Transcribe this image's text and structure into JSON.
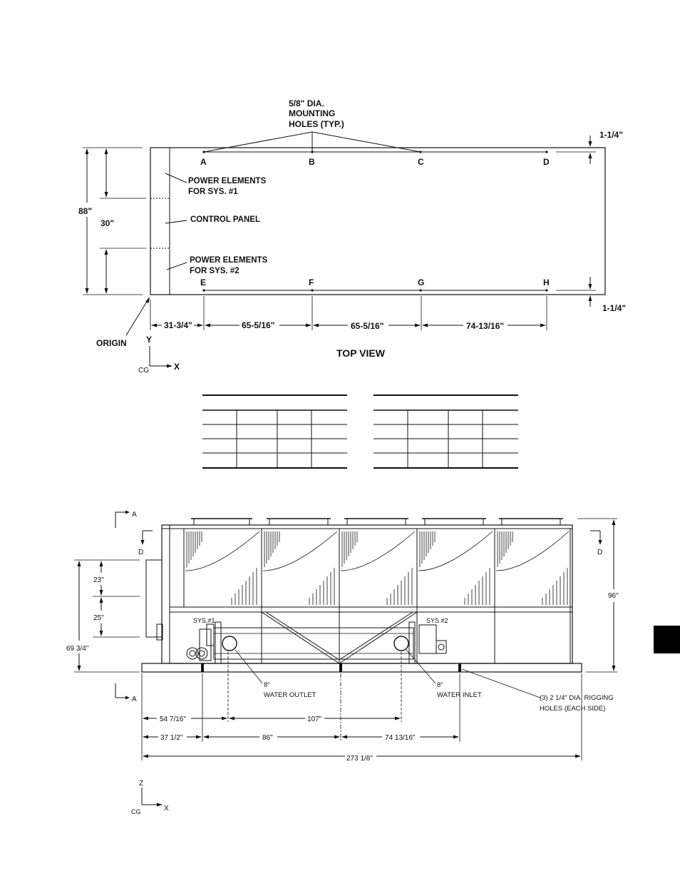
{
  "top_view": {
    "title": "TOP VIEW",
    "mounting_holes_label": [
      "5/8\" DIA.",
      "MOUNTING",
      "HOLES (TYP.)"
    ],
    "hole_letters_top": [
      "A",
      "B",
      "C",
      "D"
    ],
    "hole_letters_bottom": [
      "E",
      "F",
      "G",
      "H"
    ],
    "callouts": {
      "power_sys1": [
        "POWER ELEMENTS",
        "FOR SYS. #1"
      ],
      "control_panel": "CONTROL PANEL",
      "power_sys2": [
        "POWER ELEMENTS",
        "FOR SYS. #2"
      ],
      "origin": "ORIGIN"
    },
    "dimensions": {
      "overall_depth": "88\"",
      "panel_width": "30\"",
      "edge_top": "1-1/4\"",
      "edge_bottom": "1-1/4\"",
      "x_spacing": [
        "31-3/4\"",
        "65-5/16\"",
        "65-5/16\"",
        "74-13/16\""
      ]
    },
    "axes": {
      "y": "Y",
      "x": "X",
      "cg": "CG"
    }
  },
  "side_view": {
    "section_letters": {
      "a": "A",
      "d": "D"
    },
    "system_labels": [
      "SYS.#1",
      "SYS.#2"
    ],
    "water_outlet": [
      "8\"",
      "WATER OUTLET"
    ],
    "water_inlet": [
      "8\"",
      "WATER INLET"
    ],
    "rigging_note": [
      "(3) 2 1/4\" DIA. RIGGING",
      "HOLES (EACH SIDE)"
    ],
    "dimensions": {
      "height": "96\"",
      "left_height": "69 3/4\"",
      "upper": "23\"",
      "lower": "25\"",
      "row1": [
        "54 7/16\"",
        "107\""
      ],
      "row2": [
        "37 1/2\"",
        "86\"",
        "74 13/16\""
      ],
      "overall": "273 1/8\""
    },
    "axes": {
      "z": "Z",
      "x": "X",
      "cg": "CG"
    }
  }
}
